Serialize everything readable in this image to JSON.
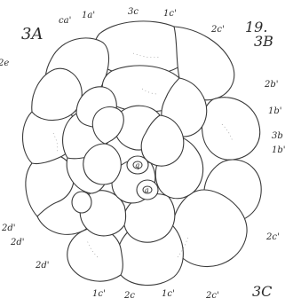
{
  "figure": {
    "number": "19.",
    "labels": {
      "a3A": "3A",
      "a1a1": "ca'",
      "a1a2": "1a'",
      "a3c": "3c",
      "a1c2": "1c'",
      "a2c": "2c'",
      "a3B": "3B",
      "a2e": "2e",
      "a2b": "2b'",
      "a1b": "1b'",
      "a3b": "3b",
      "a1b2": "1b'",
      "a2d1": "2d'",
      "a2d2": "2d'",
      "a2d3": "2d'",
      "a2c2": "2c'",
      "a1c3": "1c'",
      "a2c3": "2c",
      "a1c4": "1c'",
      "a2c4": "2c'",
      "a3C": "3C",
      "a_q1": "q",
      "a_q2": "a"
    }
  }
}
